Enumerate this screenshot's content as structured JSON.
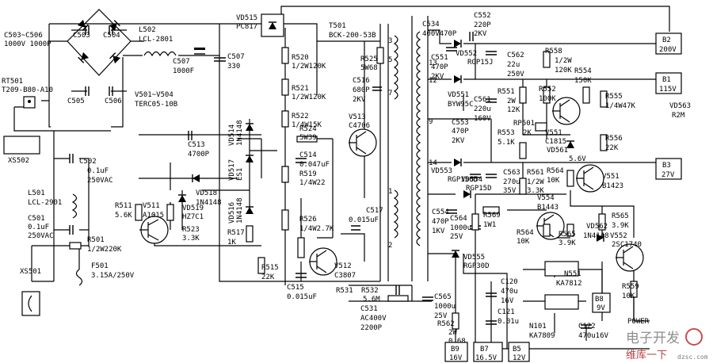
{
  "labels": {
    "c503": "C503~C506",
    "c503v": "1000V 1000P",
    "rt501": "RT501",
    "rt501v": "T209-B80-A10",
    "xs502": "XS502",
    "c502": "C502",
    "c502v1": "0.1uF",
    "c502v2": "250VAC",
    "l501": "L501",
    "l501v": "LCL-2901",
    "c501": "C501",
    "c501v1": "0.1uF",
    "c501v2": "250VAC",
    "r501": "R501",
    "r501v": "1/2W220K",
    "f501": "F501",
    "f501v": "3.15A/250V",
    "xs501": "XS501",
    "c503s": "C503",
    "c504s": "C504",
    "c505s": "C505",
    "c506s": "C506",
    "l502": "L502",
    "l502v": "LCL-2801",
    "v501": "V501~V504",
    "v501v": "TERC05-10B",
    "c507a": "C507",
    "c507av": "1000F",
    "c507b": "C507",
    "c507bv": "330",
    "vd515": "VD515",
    "vd515v": "PC817",
    "t501": "T501",
    "t501v": "BCK-200-53B",
    "c534": "C534",
    "c534v": "400V470P",
    "r520": "R520",
    "r520v": "1/2W120K",
    "r521": "R521",
    "r521v": "1/2W120K",
    "r522": "R522",
    "r522v": "1/4W15K",
    "r524": "R524",
    "r524v": "5W39",
    "r525": "R525",
    "r525v": "5W68",
    "c516": "C516",
    "c516v1": "680P",
    "c516v2": "2KV",
    "v513": "V513",
    "v513v": "C4706",
    "vd514": "VD514",
    "vd514v": "1N4148",
    "c513": "C513",
    "c513v": "4700P",
    "vd517": "VD517",
    "vd517v": "ES1",
    "c514": "C514",
    "c514v": "0.047uF",
    "r519": "R519",
    "r519v": "1/4W22",
    "vd518": "VD518",
    "vd518v": "1N4148",
    "vd519": "VD519",
    "vd519v": "HZ7C1",
    "vd516": "VD516",
    "vd516v": "1N4148",
    "r511": "R511",
    "r511v": "5.6K",
    "v511": "V511",
    "v511v": "A1015",
    "r523": "R523",
    "r523v": "3.3K",
    "r517": "R517",
    "r517v": "1K",
    "r526": "R526",
    "r526v": "1/4W2.7K",
    "c517": "C517",
    "c517v": "0.015uF",
    "v512": "V512",
    "v512v": "C3807",
    "r515": "R515",
    "r515v": "22K",
    "c515": "C515",
    "c515v": "0.015uF",
    "r531": "R531",
    "r532": "R532",
    "r532v": "5.6M",
    "c531": "C531",
    "c531v1": "AC400V",
    "c531v2": "2200P",
    "c552": "C552",
    "c552v1": "220P",
    "c552v2": "2KV",
    "vd552": "VD552",
    "vd552v": "RGP15J",
    "c551": "C551",
    "c551v1": "470P",
    "c551v2": "2KV",
    "c562": "C562",
    "c562v1": "22u",
    "c562v2": "250V",
    "r558": "R558",
    "r558v1": "1/2W",
    "r558v2": "120K",
    "vd551": "VD551",
    "vd551v": "BYW95C",
    "c561": "C561",
    "c561v1": "220u",
    "c561v2": "160V",
    "r551": "R551",
    "r551v1": "2W",
    "r551v2": "12K",
    "r552": "R552",
    "r552v": "100K",
    "r554": "R554",
    "r554v": "150K",
    "r555": "R555",
    "r555v": "1/4W47K",
    "vd563": "VD563",
    "vd563v": "R2M",
    "c553": "C553",
    "c553v1": "470P",
    "c553v2": "2KV",
    "r553": "R553",
    "r553v": "5.1K",
    "rp501": "RP501",
    "rp501v": "2K",
    "v551a": "V551",
    "v551av": "C1815",
    "vd561": "VD561",
    "vd561v": "5.6V",
    "r556": "R556",
    "r556v": "22K",
    "vd553": "VD553",
    "vd553v": "RGP150D",
    "vd554": "VD554",
    "vd554v": "RGP15D",
    "c563": "C563",
    "c563v1": "270u",
    "c563v2": "35V",
    "r561": "R561",
    "r561v1": "1/2W",
    "r561v2": "3.3K",
    "r564a": "R564",
    "r564av": "10K",
    "v551b": "V551",
    "v551bv": "B1423",
    "c554": "C554",
    "c554v1": "470P",
    "c554v2": "1KV",
    "c564": "C564",
    "c564v1": "1000u",
    "c564v2": "25V",
    "r569": "R569",
    "r569v": "1W1",
    "v554": "V554",
    "v554v": "B1443",
    "r564b": "R564",
    "r564bv": "10K",
    "r565a": "R565",
    "r565av": "3.9K",
    "vd562": "VD562",
    "vd562v": "1N4148",
    "r565b": "R565",
    "r565bv": "3.9K",
    "v552": "V552",
    "v552v": "2SC1740",
    "vd555": "VD555",
    "vd555v": "RGP30D",
    "c565": "C565",
    "c565v1": "1000u",
    "c565v2": "25V",
    "r562": "R562",
    "r562v1": "2W",
    "r562v2": "0.68",
    "n551": "N551",
    "n551v": "KA7812",
    "c120": "C120",
    "c120v1": "470u",
    "c120v2": "16V",
    "c121": "C121",
    "c121v": "0.01u",
    "n101": "N101",
    "n101v": "KA7809",
    "c122": "C122",
    "c122v": "470u16V",
    "r559": "R559",
    "r559v": "10K",
    "power": "POWER",
    "pin3": "3",
    "pin5": "5",
    "pin7": "7",
    "pin1": "1",
    "pin2": "2",
    "pin13": "13",
    "pin12": "12",
    "pin9": "9",
    "pin14": "14"
  },
  "terminals": [
    {
      "id": "B2",
      "value": "200V"
    },
    {
      "id": "B1",
      "value": "115V"
    },
    {
      "id": "B3",
      "value": "27V"
    },
    {
      "id": "B8",
      "value": "9V"
    },
    {
      "id": "B9",
      "value": "16V"
    },
    {
      "id": "B7",
      "value": "16.5V"
    },
    {
      "id": "B5",
      "value": "12V"
    }
  ],
  "watermark": {
    "text_cn": "电子开发",
    "text_cn2": "维库一下",
    "text_url": "dzsc.com"
  }
}
